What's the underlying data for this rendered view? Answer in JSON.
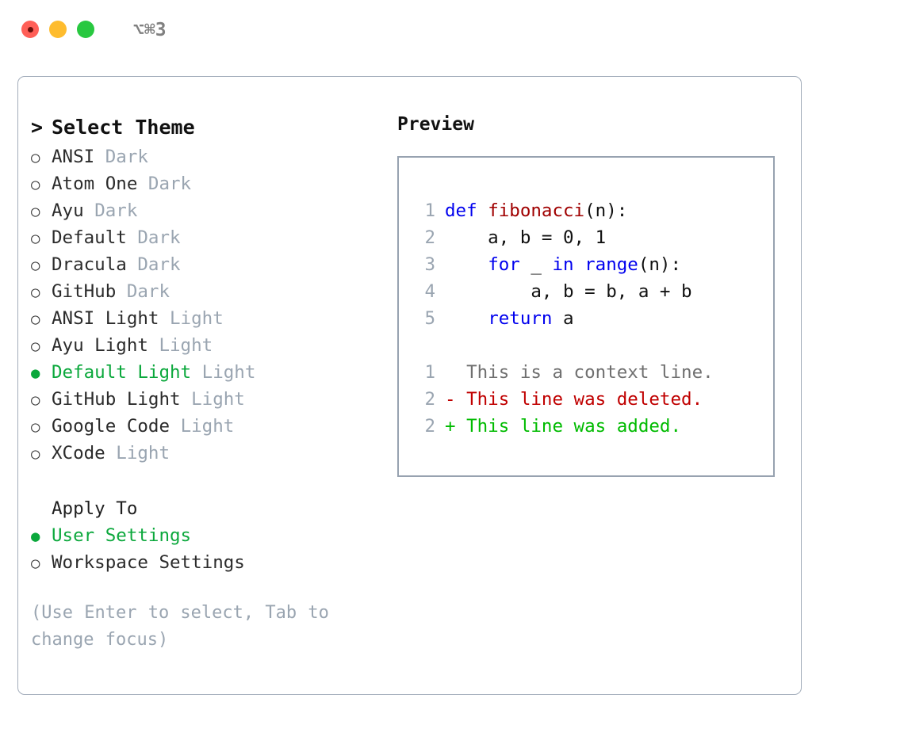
{
  "window": {
    "traffic_lights": [
      {
        "name": "close",
        "color": "#ff5f57"
      },
      {
        "name": "minimize",
        "color": "#febc2e"
      },
      {
        "name": "zoom",
        "color": "#28c840"
      }
    ],
    "shortcut": "⌥⌘3"
  },
  "theme_picker": {
    "header": {
      "caret": ">",
      "title": "Select Theme"
    },
    "marker_unselected": "○",
    "marker_selected": "●",
    "themes": [
      {
        "name": "ANSI",
        "variant": "Dark",
        "selected": false
      },
      {
        "name": "Atom One",
        "variant": "Dark",
        "selected": false
      },
      {
        "name": "Ayu",
        "variant": "Dark",
        "selected": false
      },
      {
        "name": "Default",
        "variant": "Dark",
        "selected": false
      },
      {
        "name": "Dracula",
        "variant": "Dark",
        "selected": false
      },
      {
        "name": "GitHub",
        "variant": "Dark",
        "selected": false
      },
      {
        "name": "ANSI Light",
        "variant": "Light",
        "selected": false
      },
      {
        "name": "Ayu Light",
        "variant": "Light",
        "selected": false
      },
      {
        "name": "Default Light",
        "variant": "Light",
        "selected": true
      },
      {
        "name": "GitHub Light",
        "variant": "Light",
        "selected": false
      },
      {
        "name": "Google Code",
        "variant": "Light",
        "selected": false
      },
      {
        "name": "XCode",
        "variant": "Light",
        "selected": false
      }
    ],
    "apply_to": {
      "title": "Apply To",
      "options": [
        {
          "label": "User Settings",
          "selected": true
        },
        {
          "label": "Workspace Settings",
          "selected": false
        }
      ]
    },
    "hint": "(Use Enter to select, Tab to change focus)",
    "accent_color": "#0ba83c",
    "muted_color": "#9aa5b1"
  },
  "preview": {
    "title": "Preview",
    "code_lines": [
      {
        "no": "1",
        "tokens": [
          {
            "t": "def ",
            "c": "kw"
          },
          {
            "t": "fibonacci",
            "c": "fn"
          },
          {
            "t": "(n):",
            "c": "txt"
          }
        ]
      },
      {
        "no": "2",
        "tokens": [
          {
            "t": "    a, b = 0, 1",
            "c": "txt"
          }
        ]
      },
      {
        "no": "3",
        "tokens": [
          {
            "t": "    ",
            "c": "txt"
          },
          {
            "t": "for",
            "c": "kw"
          },
          {
            "t": " _ ",
            "c": "txt"
          },
          {
            "t": "in ",
            "c": "kw"
          },
          {
            "t": "range",
            "c": "kw"
          },
          {
            "t": "(n):",
            "c": "txt"
          }
        ]
      },
      {
        "no": "4",
        "tokens": [
          {
            "t": "        a, b = b, a + b",
            "c": "txt"
          }
        ]
      },
      {
        "no": "5",
        "tokens": [
          {
            "t": "    ",
            "c": "txt"
          },
          {
            "t": "return",
            "c": "kw"
          },
          {
            "t": " a",
            "c": "txt"
          }
        ]
      }
    ],
    "diff_lines": [
      {
        "no": "1",
        "sign": " ",
        "text": "This is a context line.",
        "kind": "ctx"
      },
      {
        "no": "2",
        "sign": "-",
        "text": "This line was deleted.",
        "kind": "del"
      },
      {
        "no": "2",
        "sign": "+",
        "text": "This line was added.",
        "kind": "add"
      }
    ],
    "colors": {
      "keyword": "#0000ee",
      "function": "#a00000",
      "text": "#111111",
      "lineno": "#9aa5b1",
      "context": "#707070",
      "deleted": "#c00000",
      "added": "#00bb00"
    }
  }
}
